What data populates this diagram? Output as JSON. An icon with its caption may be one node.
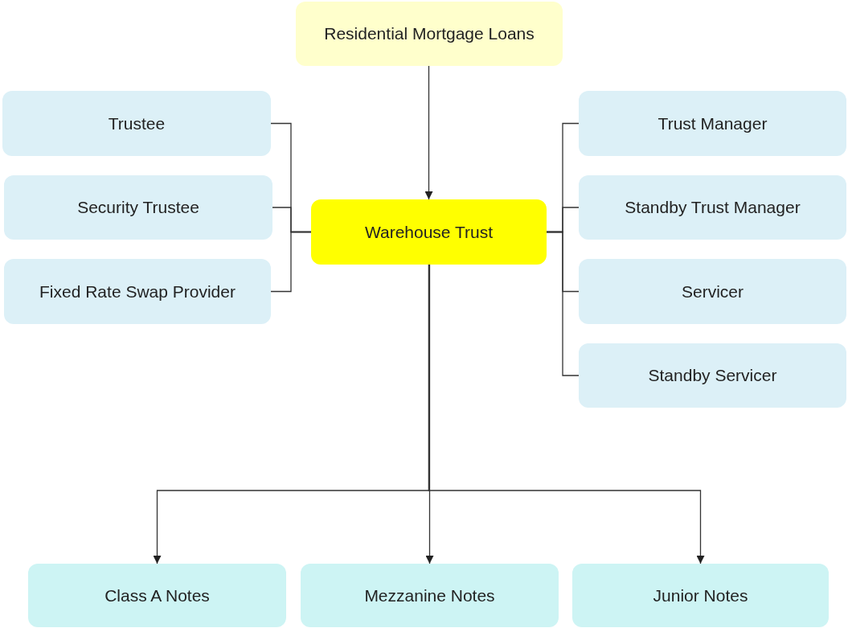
{
  "diagram": {
    "nodes": [
      {
        "text": [
          "Residential Mortgage Loans"
        ]
      },
      {
        "text": [
          "Trustee"
        ]
      },
      {
        "text": [
          "Security Trustee"
        ]
      },
      {
        "text": [
          "Fixed Rate Swap Provider"
        ]
      },
      {
        "text": [
          "Warehouse Trust"
        ]
      },
      {
        "text": [
          "Trust Manager"
        ]
      },
      {
        "text": [
          "Standby Trust Manager"
        ]
      },
      {
        "text": [
          "Servicer"
        ]
      },
      {
        "text": [
          "Standby Servicer"
        ]
      },
      {
        "text": [
          "Class A Notes"
        ]
      },
      {
        "text": [
          "Mezzanine Notes"
        ]
      },
      {
        "text": [
          "Junior Notes"
        ]
      }
    ],
    "edges": [
      {
        "from": 0,
        "to": 4,
        "arrow": "to"
      },
      {
        "from": 1,
        "to": 4,
        "arrow": "none"
      },
      {
        "from": 2,
        "to": 4,
        "arrow": "none"
      },
      {
        "from": 3,
        "to": 4,
        "arrow": "none"
      },
      {
        "from": 5,
        "to": 4,
        "arrow": "none"
      },
      {
        "from": 6,
        "to": 4,
        "arrow": "none"
      },
      {
        "from": 7,
        "to": 4,
        "arrow": "none"
      },
      {
        "from": 8,
        "to": 4,
        "arrow": "none"
      },
      {
        "from": 4,
        "to": 9,
        "arrow": "to"
      },
      {
        "from": 4,
        "to": 10,
        "arrow": "to"
      },
      {
        "from": 4,
        "to": 11,
        "arrow": "to"
      }
    ]
  }
}
